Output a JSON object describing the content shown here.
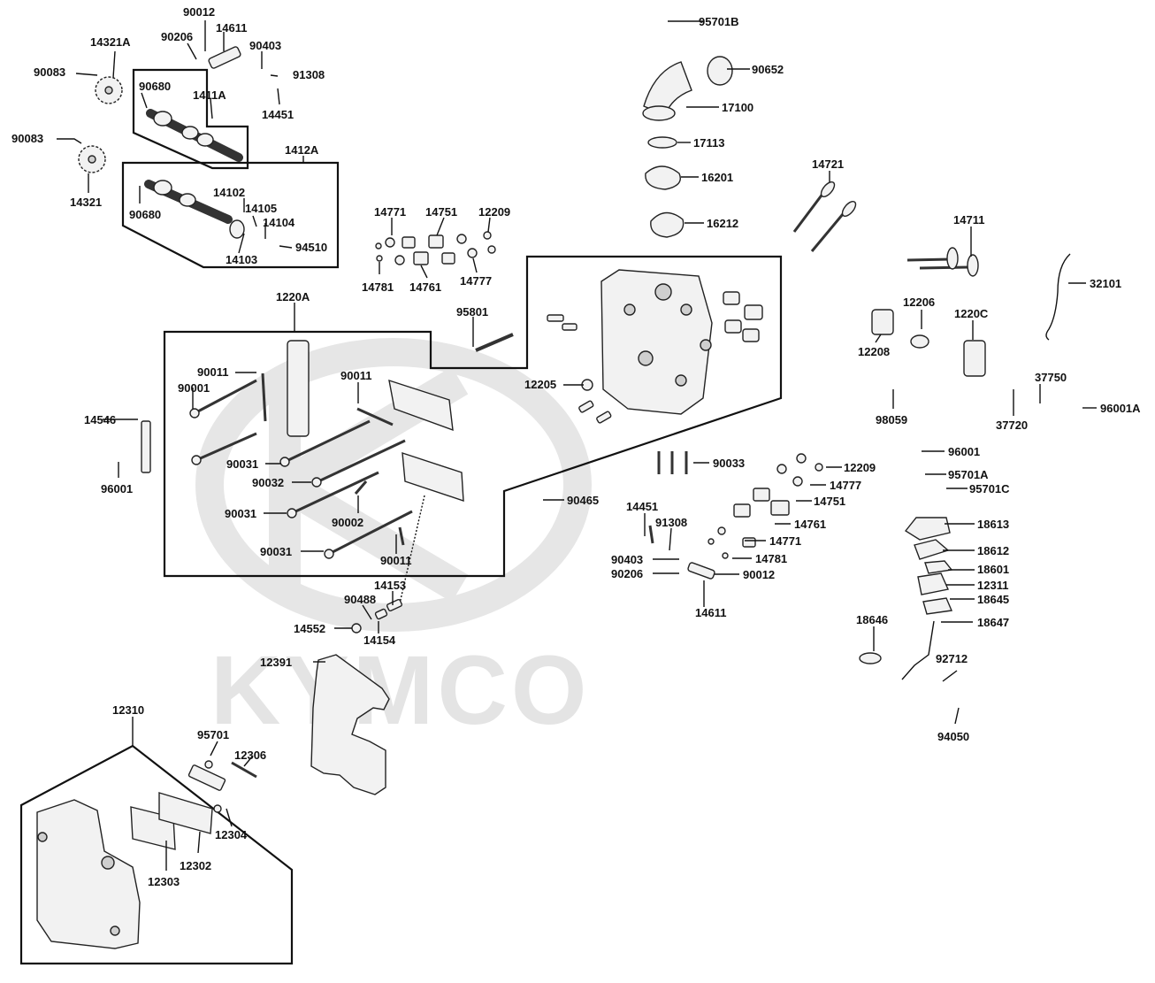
{
  "watermark": {
    "brand": "KYMCO"
  },
  "parts": [
    {
      "id": "p_90012",
      "label": "90012"
    },
    {
      "id": "p_14611a",
      "label": "14611"
    },
    {
      "id": "p_90206a",
      "label": "90206"
    },
    {
      "id": "p_14321A",
      "label": "14321A"
    },
    {
      "id": "p_90403a",
      "label": "90403"
    },
    {
      "id": "p_90083a",
      "label": "90083"
    },
    {
      "id": "p_91308a",
      "label": "91308"
    },
    {
      "id": "p_90680a",
      "label": "90680"
    },
    {
      "id": "p_1411A",
      "label": "1411A"
    },
    {
      "id": "p_14451a",
      "label": "14451"
    },
    {
      "id": "p_90083b",
      "label": "90083"
    },
    {
      "id": "p_1412A",
      "label": "1412A"
    },
    {
      "id": "p_14321",
      "label": "14321"
    },
    {
      "id": "p_14102",
      "label": "14102"
    },
    {
      "id": "p_14105",
      "label": "14105"
    },
    {
      "id": "p_14104",
      "label": "14104"
    },
    {
      "id": "p_90680b",
      "label": "90680"
    },
    {
      "id": "p_94510",
      "label": "94510"
    },
    {
      "id": "p_14103",
      "label": "14103"
    },
    {
      "id": "p_95701B",
      "label": "95701B"
    },
    {
      "id": "p_90652",
      "label": "90652"
    },
    {
      "id": "p_17100",
      "label": "17100"
    },
    {
      "id": "p_17113",
      "label": "17113"
    },
    {
      "id": "p_16201",
      "label": "16201"
    },
    {
      "id": "p_16212",
      "label": "16212"
    },
    {
      "id": "p_14721",
      "label": "14721"
    },
    {
      "id": "p_14711",
      "label": "14711"
    },
    {
      "id": "p_32101",
      "label": "32101"
    },
    {
      "id": "p_14771a",
      "label": "14771"
    },
    {
      "id": "p_14751a",
      "label": "14751"
    },
    {
      "id": "p_12209a",
      "label": "12209"
    },
    {
      "id": "p_14781a",
      "label": "14781"
    },
    {
      "id": "p_14761a",
      "label": "14761"
    },
    {
      "id": "p_14777a",
      "label": "14777"
    },
    {
      "id": "p_1220A",
      "label": "1220A"
    },
    {
      "id": "p_95801",
      "label": "95801"
    },
    {
      "id": "p_12206",
      "label": "12206"
    },
    {
      "id": "p_1220C",
      "label": "1220C"
    },
    {
      "id": "p_12208",
      "label": "12208"
    },
    {
      "id": "p_90011a",
      "label": "90011"
    },
    {
      "id": "p_90001",
      "label": "90001"
    },
    {
      "id": "p_90011b",
      "label": "90011"
    },
    {
      "id": "p_12205",
      "label": "12205"
    },
    {
      "id": "p_37750",
      "label": "37750"
    },
    {
      "id": "p_96001A",
      "label": "96001A"
    },
    {
      "id": "p_98059",
      "label": "98059"
    },
    {
      "id": "p_37720",
      "label": "37720"
    },
    {
      "id": "p_14546",
      "label": "14546"
    },
    {
      "id": "p_96001a",
      "label": "96001"
    },
    {
      "id": "p_96001b",
      "label": "96001"
    },
    {
      "id": "p_90033",
      "label": "90033"
    },
    {
      "id": "p_12209b",
      "label": "12209"
    },
    {
      "id": "p_95701A",
      "label": "95701A"
    },
    {
      "id": "p_90031a",
      "label": "90031"
    },
    {
      "id": "p_14777b",
      "label": "14777"
    },
    {
      "id": "p_95701C",
      "label": "95701C"
    },
    {
      "id": "p_90032",
      "label": "90032"
    },
    {
      "id": "p_14751b",
      "label": "14751"
    },
    {
      "id": "p_90465",
      "label": "90465"
    },
    {
      "id": "p_90031b",
      "label": "90031"
    },
    {
      "id": "p_90002",
      "label": "90002"
    },
    {
      "id": "p_14451b",
      "label": "14451"
    },
    {
      "id": "p_14761b",
      "label": "14761"
    },
    {
      "id": "p_18613",
      "label": "18613"
    },
    {
      "id": "p_91308b",
      "label": "91308"
    },
    {
      "id": "p_90031c",
      "label": "90031"
    },
    {
      "id": "p_14771b",
      "label": "14771"
    },
    {
      "id": "p_18612",
      "label": "18612"
    },
    {
      "id": "p_90011c",
      "label": "90011"
    },
    {
      "id": "p_90403b",
      "label": "90403"
    },
    {
      "id": "p_14781b",
      "label": "14781"
    },
    {
      "id": "p_18601",
      "label": "18601"
    },
    {
      "id": "p_90206b",
      "label": "90206"
    },
    {
      "id": "p_90012b",
      "label": "90012"
    },
    {
      "id": "p_12311",
      "label": "12311"
    },
    {
      "id": "p_14153",
      "label": "14153"
    },
    {
      "id": "p_18645",
      "label": "18645"
    },
    {
      "id": "p_90488",
      "label": "90488"
    },
    {
      "id": "p_14611b",
      "label": "14611"
    },
    {
      "id": "p_18646",
      "label": "18646"
    },
    {
      "id": "p_18647",
      "label": "18647"
    },
    {
      "id": "p_14552",
      "label": "14552"
    },
    {
      "id": "p_14154",
      "label": "14154"
    },
    {
      "id": "p_12391",
      "label": "12391"
    },
    {
      "id": "p_92712",
      "label": "92712"
    },
    {
      "id": "p_12310",
      "label": "12310"
    },
    {
      "id": "p_95701",
      "label": "95701"
    },
    {
      "id": "p_12306",
      "label": "12306"
    },
    {
      "id": "p_94050",
      "label": "94050"
    },
    {
      "id": "p_12304",
      "label": "12304"
    },
    {
      "id": "p_12302",
      "label": "12302"
    },
    {
      "id": "p_12303",
      "label": "12303"
    }
  ]
}
